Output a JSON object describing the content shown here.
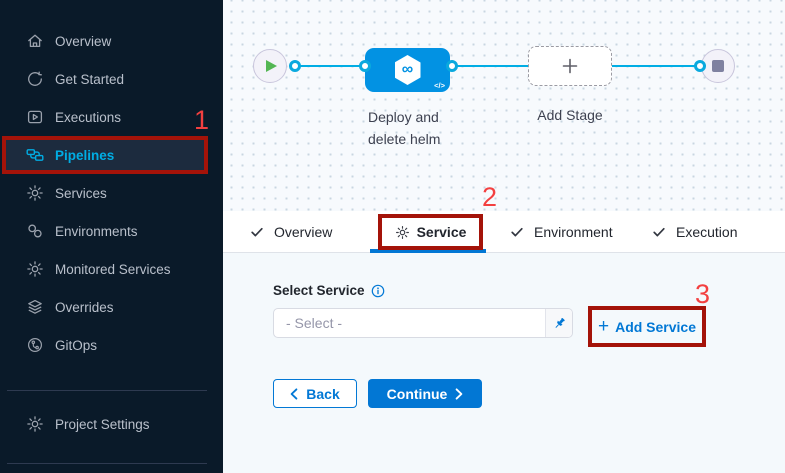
{
  "sidebar": {
    "items": [
      "Overview",
      "Get Started",
      "Executions",
      "Pipelines",
      "Services",
      "Environments",
      "Monitored Services",
      "Overrides",
      "GitOps"
    ],
    "project_settings_label": "Project Settings"
  },
  "canvas": {
    "stage_name_line1": "Deploy and",
    "stage_name_line2": "delete helm",
    "add_stage_label": "Add Stage"
  },
  "icons": {
    "infinity": "∞",
    "code_badge": "</>",
    "plus": "+"
  },
  "tabs": {
    "labels": [
      "Overview",
      "Service",
      "Environment",
      "Execution"
    ]
  },
  "form": {
    "select_service_label": "Select Service",
    "select_placeholder": "- Select -",
    "add_service_label": "Add Service",
    "back_label": "Back",
    "continue_label": "Continue"
  },
  "annotations": {
    "step1": "1",
    "step2": "2",
    "step3": "3"
  },
  "colors": {
    "primary_blue": "#0278d5",
    "connector_cyan": "#00ade4",
    "stage_blue": "#0292e3",
    "annotation_box_red": "#a41309",
    "annotation_number_red": "#f34040",
    "sidebar_bg": "#0a1a29"
  }
}
